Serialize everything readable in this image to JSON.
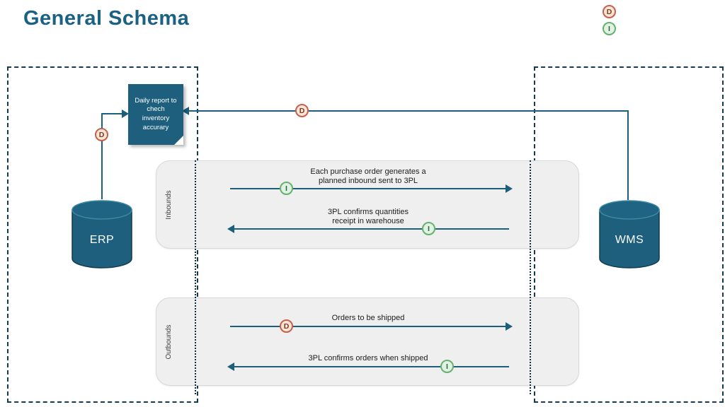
{
  "title": "General Schema",
  "legend": {
    "d": "D",
    "i": "I"
  },
  "systems": {
    "erp": {
      "label": "ERP"
    },
    "wms": {
      "label": "WMS"
    }
  },
  "report_note": {
    "text": "Daily report to chech inventory accurary"
  },
  "connectors": {
    "erp_report": {
      "badge": "D"
    },
    "wms_report": {
      "badge": "D"
    }
  },
  "lanes": [
    {
      "label": "Inbounds",
      "flows": [
        {
          "line1": "Each purchase order generates a",
          "line2": "planned inbound sent to 3PL",
          "badge": "I",
          "direction": "right"
        },
        {
          "line1": "3PL confirms quantities",
          "line2": "receipt in warehouse",
          "badge": "I",
          "direction": "left"
        }
      ]
    },
    {
      "label": "Outbounds",
      "flows": [
        {
          "line1": "Orders to be shipped",
          "badge": "D",
          "direction": "right"
        },
        {
          "line1": "3PL confirms orders when shipped",
          "badge": "I",
          "direction": "left"
        }
      ]
    }
  ],
  "colors": {
    "accent_teal": "#1b5f7d",
    "title_text": "#1a6183",
    "lane_bg": "#efeff0",
    "badge_d_bg": "#fbe5d6",
    "badge_d_border": "#c4614c",
    "badge_i_bg": "#dff2e3",
    "badge_i_border": "#67b06f",
    "boundary_dash": "#163a52",
    "cylinder_fill": "#1d5f7c"
  }
}
